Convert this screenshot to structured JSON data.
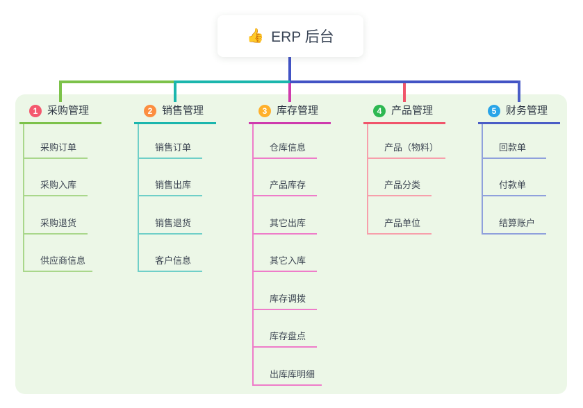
{
  "root": {
    "emoji": "👍",
    "label": "ERP 后台"
  },
  "connectors": {
    "trunk_color": "#4253c5"
  },
  "panel": {
    "background": "#ecf7e7"
  },
  "branches": [
    {
      "badge": "1",
      "label": "采购管理",
      "color": "#7cc24a",
      "light": "#a9d78b",
      "badge_color": "#f4586e",
      "children": [
        "采购订单",
        "采购入库",
        "采购退货",
        "供应商信息"
      ]
    },
    {
      "badge": "2",
      "label": "销售管理",
      "color": "#1bb6ad",
      "light": "#6fcfc8",
      "badge_color": "#fc8e40",
      "children": [
        "销售订单",
        "销售出库",
        "销售退货",
        "客户信息"
      ]
    },
    {
      "badge": "3",
      "label": "库存管理",
      "color": "#ce3bad",
      "light": "#ee7cc9",
      "badge_color": "#ffb02b",
      "children": [
        "仓库信息",
        "产品库存",
        "其它出库",
        "其它入库",
        "库存调拨",
        "库存盘点",
        "出库库明细"
      ]
    },
    {
      "badge": "4",
      "label": "产品管理",
      "color": "#f0556b",
      "light": "#f79fab",
      "badge_color": "#2eb852",
      "children": [
        "产品（物料）",
        "产品分类",
        "产品单位"
      ]
    },
    {
      "badge": "5",
      "label": "财务管理",
      "color": "#4a5dc6",
      "light": "#8fa0dc",
      "badge_color": "#29a4e8",
      "children": [
        "回款单",
        "付款单",
        "结算账户"
      ]
    }
  ]
}
